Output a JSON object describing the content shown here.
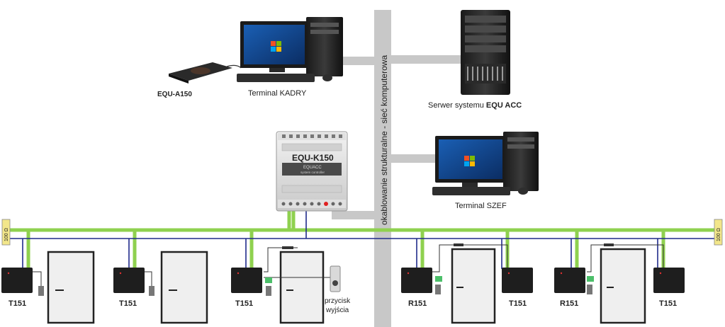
{
  "labels": {
    "equ_a150": "EQU-A150",
    "terminal_kadry": "Terminal KADRY",
    "server_prefix": "Serwer systemu ",
    "server_name": "EQU ACC",
    "terminal_szef": "Terminal SZEF",
    "network": "okablowanie strukturalne  -  sieć komputerowa",
    "exit_button_line1": "przycisk",
    "exit_button_line2": "wyjścia",
    "resistor_left": "100 Ω",
    "resistor_right": "100 Ω"
  },
  "controller": {
    "brand": "EQU-K150",
    "subtitle": "EQUACC",
    "caption": "system controller"
  },
  "readers": [
    {
      "label": "T151"
    },
    {
      "label": "T151"
    },
    {
      "label": "T151"
    },
    {
      "label": "R151"
    },
    {
      "label": "T151"
    },
    {
      "label": "R151"
    },
    {
      "label": "T151"
    }
  ],
  "colors": {
    "bus_green": "#8fd14f",
    "bus_blue": "#1f2a8a",
    "network_gray": "#c8c8c8",
    "resistor_yellow": "#f2e68a"
  }
}
